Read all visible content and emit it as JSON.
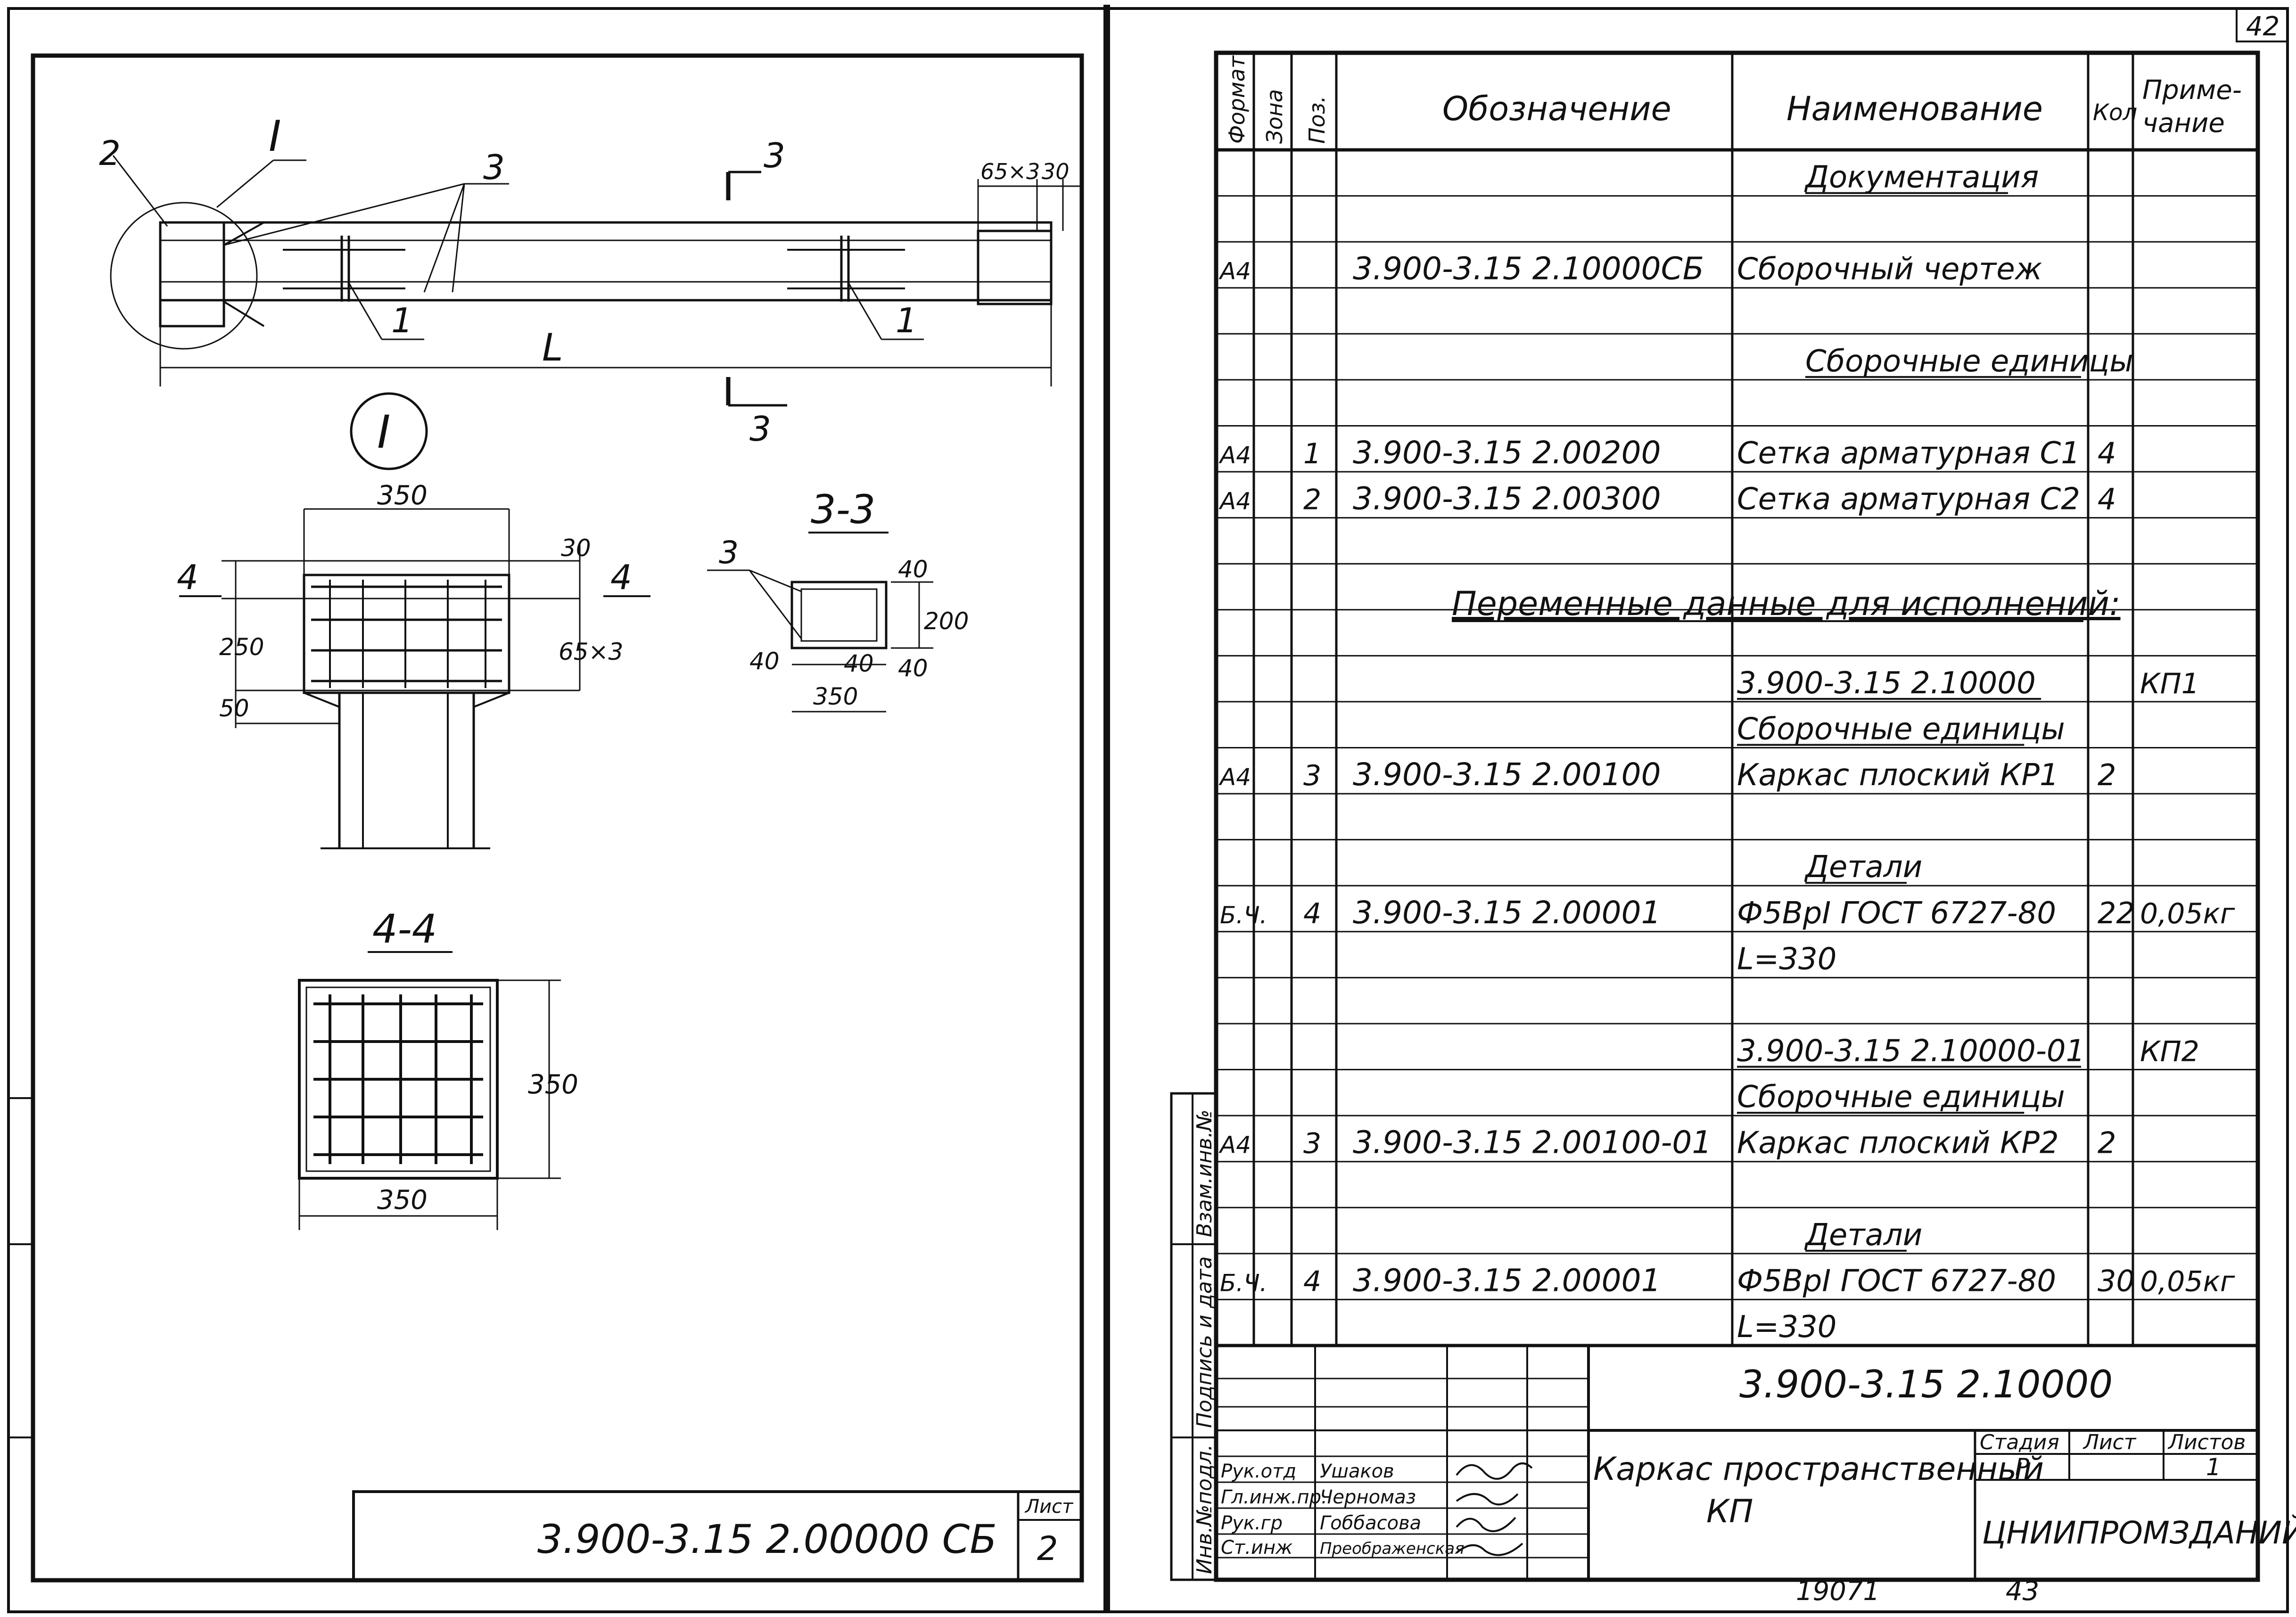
{
  "left_sheet": {
    "main_view": {
      "label_I": "I",
      "label_2": "2",
      "label_3": "3",
      "pos_1_left": "1",
      "pos_1_right": "1",
      "length_label": "L",
      "section_top_num": "3",
      "section_bottom_num": "3",
      "dim_65x3": "65×3",
      "dim_30": "30"
    },
    "detail_I": {
      "circle_label": "I",
      "dim_350": "350",
      "dim_30": "30",
      "dim_250": "250",
      "dim_65x3": "65×3",
      "dim_50": "50",
      "cut_left": "4",
      "cut_right": "4"
    },
    "section_3_3": {
      "title": "3-3",
      "pos_3": "3",
      "dim_40_top": "40",
      "dim_200": "200",
      "dim_40_right": "40",
      "dim_40_left": "40",
      "dim_40_inner": "40",
      "dim_350": "350"
    },
    "section_4_4": {
      "title": "4-4",
      "dim_350_right": "350",
      "dim_350_bottom": "350"
    },
    "title_block": {
      "designation": "3.900-3.15 2.00000 СБ",
      "sheet_label": "Лист",
      "sheet_no": "2"
    }
  },
  "right_sheet": {
    "page_number": "42",
    "headers": {
      "format": "Формат",
      "zone": "Зона",
      "pos": "Поз.",
      "designation": "Обозначение",
      "name": "Наименование",
      "qty": "Кол",
      "note": "Приме- чание"
    },
    "rows": [
      {
        "fmt": "",
        "pos": "",
        "des": "",
        "name": "Документация",
        "qty": "",
        "note": "",
        "style": "heading"
      },
      {
        "fmt": "А4",
        "pos": "",
        "des": "3.900-3.15 2.10000СБ",
        "name": "Сборочный чертеж",
        "qty": "",
        "note": "",
        "style": ""
      },
      {
        "fmt": "",
        "pos": "",
        "des": "",
        "name": "Сборочные единицы",
        "qty": "",
        "note": "",
        "style": "heading"
      },
      {
        "fmt": "А4",
        "pos": "1",
        "des": "3.900-3.15 2.00200",
        "name": "Сетка арматурная С1",
        "qty": "4",
        "note": "",
        "style": ""
      },
      {
        "fmt": "А4",
        "pos": "2",
        "des": "3.900-3.15 2.00300",
        "name": "Сетка арматурная С2",
        "qty": "4",
        "note": "",
        "style": ""
      },
      {
        "fmt": "",
        "pos": "",
        "des": "",
        "name": "",
        "qty": "",
        "note": "",
        "style": ""
      },
      {
        "fmt": "",
        "pos": "",
        "des": "",
        "name": "3.900-3.15 2.10000",
        "qty": "",
        "note": "КП1",
        "style": "underline"
      },
      {
        "fmt": "",
        "pos": "",
        "des": "",
        "name": "Сборочные единицы",
        "qty": "",
        "note": "",
        "style": "underline"
      },
      {
        "fmt": "А4",
        "pos": "3",
        "des": "3.900-3.15 2.00100",
        "name": "Каркас плоский КР1",
        "qty": "2",
        "note": "",
        "style": ""
      },
      {
        "fmt": "",
        "pos": "",
        "des": "",
        "name": "Детали",
        "qty": "",
        "note": "",
        "style": "heading"
      },
      {
        "fmt": "Б.Ч.",
        "pos": "4",
        "des": "3.900-3.15 2.00001",
        "name": "Ф5ВрI ГОСТ 6727-80",
        "qty": "22",
        "note": "0,05кг",
        "style": ""
      },
      {
        "fmt": "",
        "pos": "",
        "des": "",
        "name": "L=330",
        "qty": "",
        "note": "",
        "style": ""
      },
      {
        "fmt": "",
        "pos": "",
        "des": "",
        "name": "3.900-3.15 2.10000-01",
        "qty": "",
        "note": "КП2",
        "style": "underline"
      },
      {
        "fmt": "",
        "pos": "",
        "des": "",
        "name": "Сборочные единицы",
        "qty": "",
        "note": "",
        "style": "underline"
      },
      {
        "fmt": "А4",
        "pos": "3",
        "des": "3.900-3.15 2.00100-01",
        "name": "Каркас плоский КР2",
        "qty": "2",
        "note": "",
        "style": ""
      },
      {
        "fmt": "",
        "pos": "",
        "des": "",
        "name": "Детали",
        "qty": "",
        "note": "",
        "style": "heading"
      },
      {
        "fmt": "Б.Ч.",
        "pos": "4",
        "des": "3.900-3.15 2.00001",
        "name": "Ф5ВрI ГОСТ 6727-80",
        "qty": "30",
        "note": "0,05кг",
        "style": ""
      },
      {
        "fmt": "",
        "pos": "",
        "des": "",
        "name": "L=330",
        "qty": "",
        "note": "",
        "style": ""
      }
    ],
    "variable_data": "Переменные данные для исполнений:",
    "side_stamp": [
      "Инв.№подл.",
      "Подпись и дата",
      "Взам.инв.№"
    ],
    "title_block": {
      "designation": "3.900-3.15 2.10000",
      "product_name_1": "Каркас пространственный",
      "product_name_2": "КП",
      "stage_label": "Стадия",
      "sheet_label": "Лист",
      "sheets_label": "Листов",
      "stage": "Р",
      "sheets": "1",
      "org": "ЦНИИПРОМЗДАНИЙ",
      "people": [
        {
          "role": "Рук.отд",
          "name": "Ушаков"
        },
        {
          "role": "Гл.инж.пр.",
          "name": "Черномаз"
        },
        {
          "role": "Рук.гр",
          "name": "Гоббасова"
        },
        {
          "role": "Ст.инж",
          "name": "Преображенская"
        }
      ]
    },
    "footer_left": "19071",
    "footer_right": "43"
  }
}
